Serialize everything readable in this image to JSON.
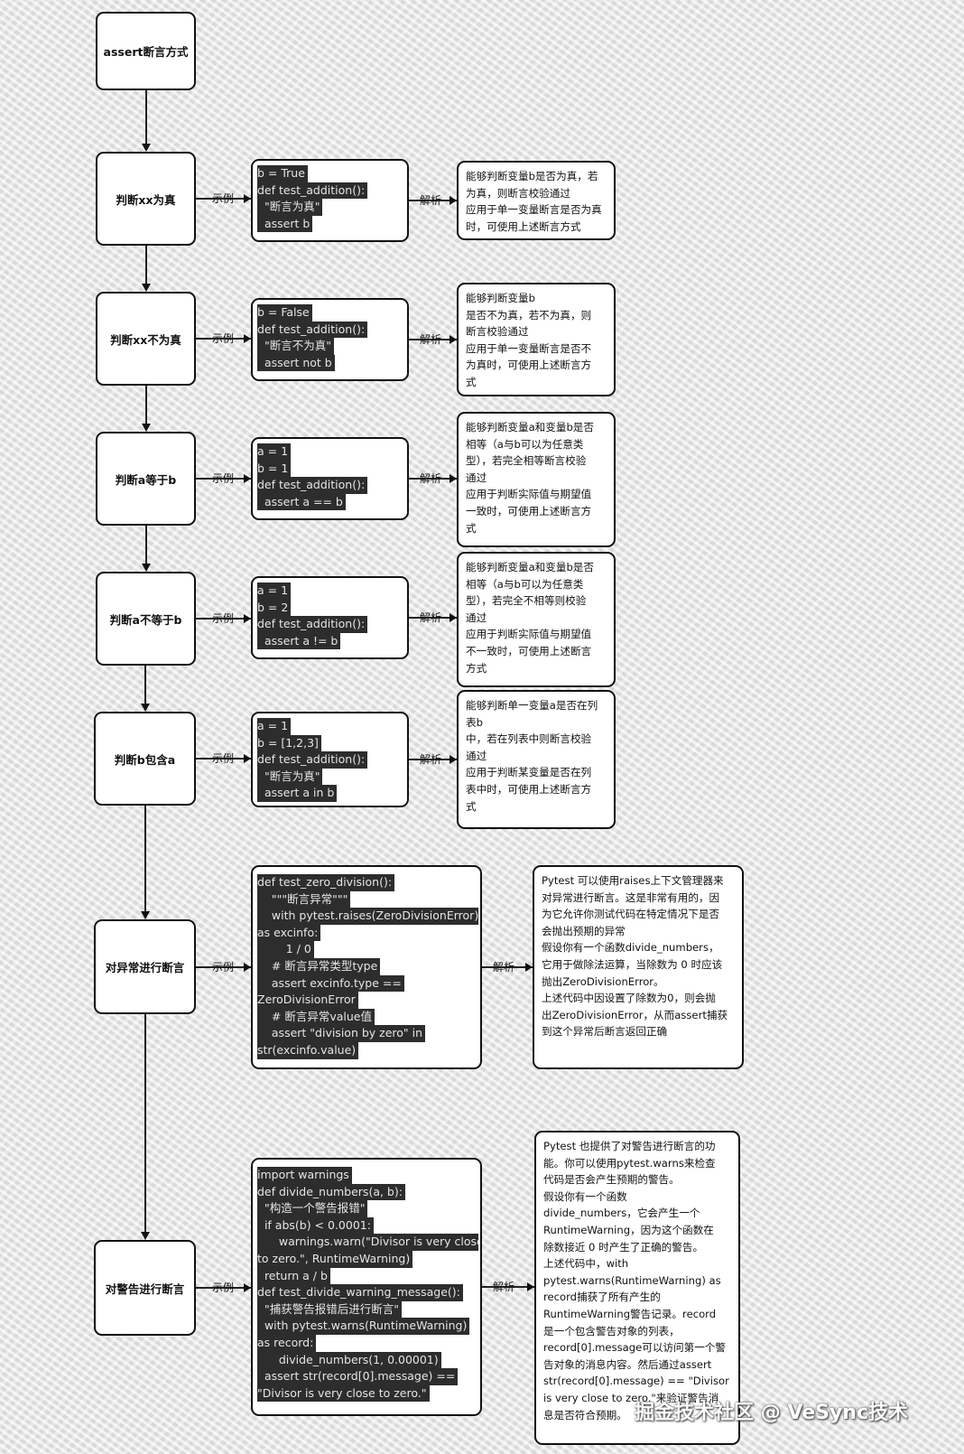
{
  "root": {
    "title": "assert断言方式"
  },
  "connector": {
    "example_label": "示例",
    "analysis_label": "解析"
  },
  "rows": [
    {
      "title": "判断xx为真",
      "code": [
        "b = True",
        "def test_addition():",
        "  \"断言为真\"",
        "  assert b"
      ],
      "note": [
        "能够判断变量b是否为真，若",
        "为真，则断言校验通过",
        "应用于单一变量断言是否为真",
        "时，可使用上述断言方式"
      ]
    },
    {
      "title": "判断xx不为真",
      "code": [
        "b = False",
        "def test_addition():",
        "  \"断言不为真\"",
        "  assert not b"
      ],
      "note": [
        "能够判断变量b",
        "是否不为真，若不为真，则",
        "断言校验通过",
        "应用于单一变量断言是否不",
        "为真时，可使用上述断言方",
        "式"
      ]
    },
    {
      "title": "判断a等于b",
      "code": [
        "a = 1",
        "b = 1",
        "def test_addition():",
        "  assert a == b"
      ],
      "note": [
        "能够判断变量a和变量b是否",
        "相等（a与b可以为任意类",
        "型），若完全相等断言校验",
        "通过",
        "应用于判断实际值与期望值",
        "一致时，可使用上述断言方",
        "式"
      ]
    },
    {
      "title": "判断a不等于b",
      "code": [
        "a = 1",
        "b = 2",
        "def test_addition():",
        "  assert a != b"
      ],
      "note": [
        "能够判断变量a和变量b是否",
        "相等（a与b可以为任意类",
        "型），若完全不相等则校验",
        "通过",
        "应用于判断实际值与期望值",
        "不一致时，可使用上述断言",
        "方式"
      ]
    },
    {
      "title": "判断b包含a",
      "code": [
        "a = 1",
        "b = [1,2,3]",
        "def test_addition():",
        "  \"断言为真\"",
        "  assert a in b"
      ],
      "note": [
        "能够判断单一变量a是否在列",
        "表b",
        "中，若在列表中则断言校验",
        "通过",
        "应用于判断某变量是否在列",
        "表中时，可使用上述断言方",
        "式"
      ]
    },
    {
      "title": "对异常进行断言",
      "code": [
        "def test_zero_division():",
        "    \"\"\"断言异常\"\"\"",
        "    with pytest.raises(ZeroDivisionError)",
        "as excinfo:",
        "        1 / 0",
        "    # 断言异常类型type",
        "    assert excinfo.type ==",
        "ZeroDivisionError",
        "    # 断言异常value值",
        "    assert \"division by zero\" in",
        "str(excinfo.value)"
      ],
      "note": [
        "Pytest 可以使用raises上下文管理器来",
        "对异常进行断言。这是非常有用的，因",
        "为它允许你测试代码在特定情况下是否",
        "会抛出预期的异常",
        "假设你有一个函数divide_numbers，",
        "它用于做除法运算，当除数为 0 时应该",
        "抛出ZeroDivisionError。",
        "上述代码中因设置了除数为0，则会抛",
        "出ZeroDivisionError，从而assert捕获",
        "到这个异常后断言返回正确"
      ]
    },
    {
      "title": "对警告进行断言",
      "code": [
        "import warnings",
        "def divide_numbers(a, b):",
        "  \"构造一个警告报错\"",
        "  if abs(b) < 0.0001:",
        "      warnings.warn(\"Divisor is very close",
        "to zero.\", RuntimeWarning)",
        "  return a / b",
        "def test_divide_warning_message():",
        "  \"捕获警告报错后进行断言\"",
        "  with pytest.warns(RuntimeWarning)",
        "as record:",
        "      divide_numbers(1, 0.00001)",
        "  assert str(record[0].message) ==",
        "\"Divisor is very close to zero.\""
      ],
      "note": [
        "Pytest 也提供了对警告进行断言的功",
        "能。你可以使用pytest.warns来检查",
        "代码是否会产生预期的警告。",
        "假设你有一个函数",
        "divide_numbers，它会产生一个",
        "RuntimeWarning，因为这个函数在",
        "除数接近 0 时产生了正确的警告。",
        "上述代码中，with",
        "pytest.warns(RuntimeWarning) as",
        "record捕获了所有产生的",
        "RuntimeWarning警告记录。record",
        "是一个包含警告对象的列表，",
        "record[0].message可以访问第一个警",
        "告对象的消息内容。然后通过assert",
        "str(record[0].message) == \"Divisor",
        "is very close to zero.\"来验证警告消",
        "息是否符合预期。"
      ]
    }
  ],
  "watermark": "掘金技术社区 @ VeSync技术"
}
